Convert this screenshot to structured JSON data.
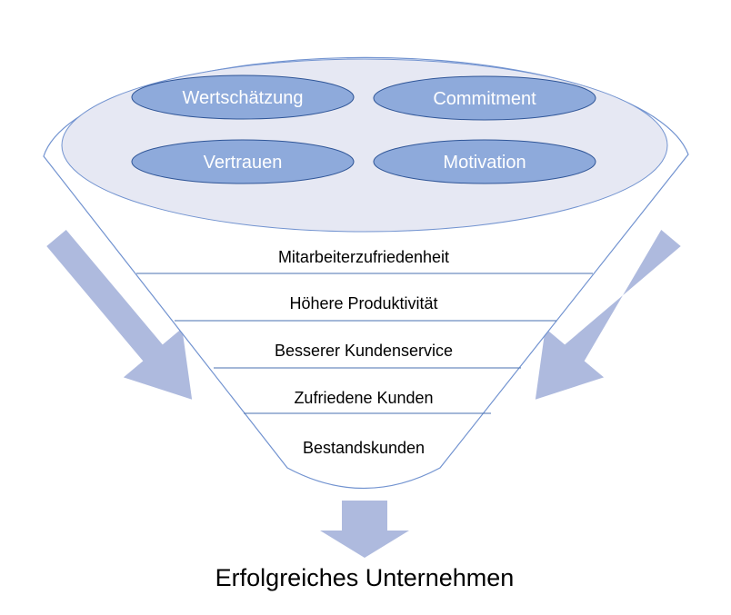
{
  "colors": {
    "funnel_stroke": "#7293d0",
    "inner_fill": "#e6e8f3",
    "pill_fill": "#8eaadb",
    "pill_stroke": "#2f5597",
    "arrow": "#aebade",
    "divider": "#4a72b0"
  },
  "top_values": [
    "Wertschätzung",
    "Commitment",
    "Vertrauen",
    "Motivation"
  ],
  "levels": [
    "Mitarbeiterzufriedenheit",
    "Höhere Produktivität",
    "Besserer Kundenservice",
    "Zufriedene Kunden",
    "Bestandskunden"
  ],
  "result": "Erfolgreiches Unternehmen"
}
